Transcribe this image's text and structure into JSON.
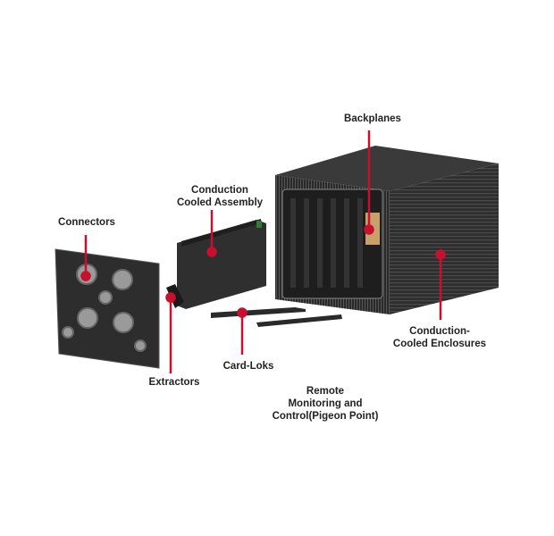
{
  "labels": {
    "backplanes": "Backplanes",
    "assembly_line1": "Conduction",
    "assembly_line2": "Cooled Assembly",
    "connectors": "Connectors",
    "extractors": "Extractors",
    "card_loks": "Card-Loks",
    "enclosures_line1": "Conduction-",
    "enclosures_line2": "Cooled Enclosures",
    "remote_line1": "Remote",
    "remote_line2": "Monitoring and",
    "remote_line3": "Control(Pigeon Point)"
  },
  "colors": {
    "accent": "#c8102e",
    "metal": "#2b2b2b"
  }
}
